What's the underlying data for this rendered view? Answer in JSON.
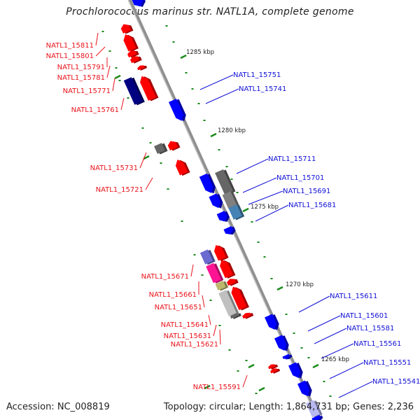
{
  "title": "Prochlorococcus marinus str. NATL1A, complete genome",
  "footer": {
    "accession": "Accession: NC_008819",
    "summary": "Topology: circular; Length: 1,864,731 bp; Genes: 2,236"
  },
  "colors": {
    "reverse_strand_label": "#e8131a",
    "forward_strand_label": "#1010d8",
    "backbone": "#8a8a8a",
    "tick": "#1a8a1a",
    "red_gene": "#ff0000",
    "blue_gene": "#0000ff",
    "navy_gene": "#000080",
    "gray_gene": "#808080",
    "dark_gray_gene": "#666666",
    "light_gray_gene": "#c0c0c0",
    "steel_blue_gene": "#4682b4",
    "magenta_gene": "#ff1493",
    "khaki_gene": "#bdb76b",
    "slate_gene": "#6a6ad0"
  },
  "scale": {
    "unit": "kbp",
    "ticks": [
      {
        "label": "1285 kbp",
        "kbp": 1285
      },
      {
        "label": "1280 kbp",
        "kbp": 1280
      },
      {
        "label": "1275 kbp",
        "kbp": 1275
      },
      {
        "label": "1270 kbp",
        "kbp": 1270
      },
      {
        "label": "1265 kbp",
        "kbp": 1265
      }
    ]
  },
  "reverse_labels": [
    {
      "name": "NATL1_15811"
    },
    {
      "name": "NATL1_15801"
    },
    {
      "name": "NATL1_15791"
    },
    {
      "name": "NATL1_15781"
    },
    {
      "name": "NATL1_15771"
    },
    {
      "name": "NATL1_15761"
    },
    {
      "name": "NATL1_15731"
    },
    {
      "name": "NATL1_15721"
    },
    {
      "name": "NATL1_15671"
    },
    {
      "name": "NATL1_15661"
    },
    {
      "name": "NATL1_15651"
    },
    {
      "name": "NATL1_15641"
    },
    {
      "name": "NATL1_15631"
    },
    {
      "name": "NATL1_15621"
    },
    {
      "name": "NATL1_15591"
    }
  ],
  "forward_labels": [
    {
      "name": "NATL1_15751"
    },
    {
      "name": "NATL1_15741"
    },
    {
      "name": "NATL1_15711"
    },
    {
      "name": "NATL1_15701"
    },
    {
      "name": "NATL1_15691"
    },
    {
      "name": "NATL1_15681"
    },
    {
      "name": "NATL1_15611"
    },
    {
      "name": "NATL1_15601"
    },
    {
      "name": "NATL1_15581"
    },
    {
      "name": "NATL1_15561"
    },
    {
      "name": "NATL1_15551"
    },
    {
      "name": "NATL1_15541"
    }
  ]
}
